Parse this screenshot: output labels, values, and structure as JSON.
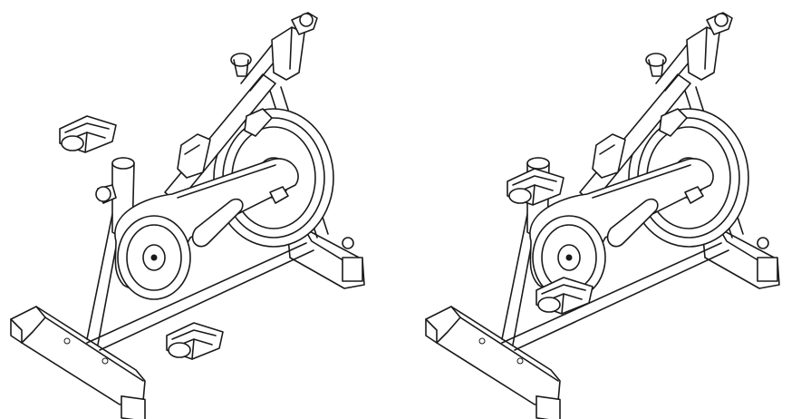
{
  "figure": {
    "panels": [
      {
        "id": "before",
        "state": "pedals-detached"
      },
      {
        "id": "after",
        "state": "pedals-attached"
      }
    ]
  },
  "colors": {
    "line": "#1a1a1a",
    "background": "#ffffff"
  }
}
